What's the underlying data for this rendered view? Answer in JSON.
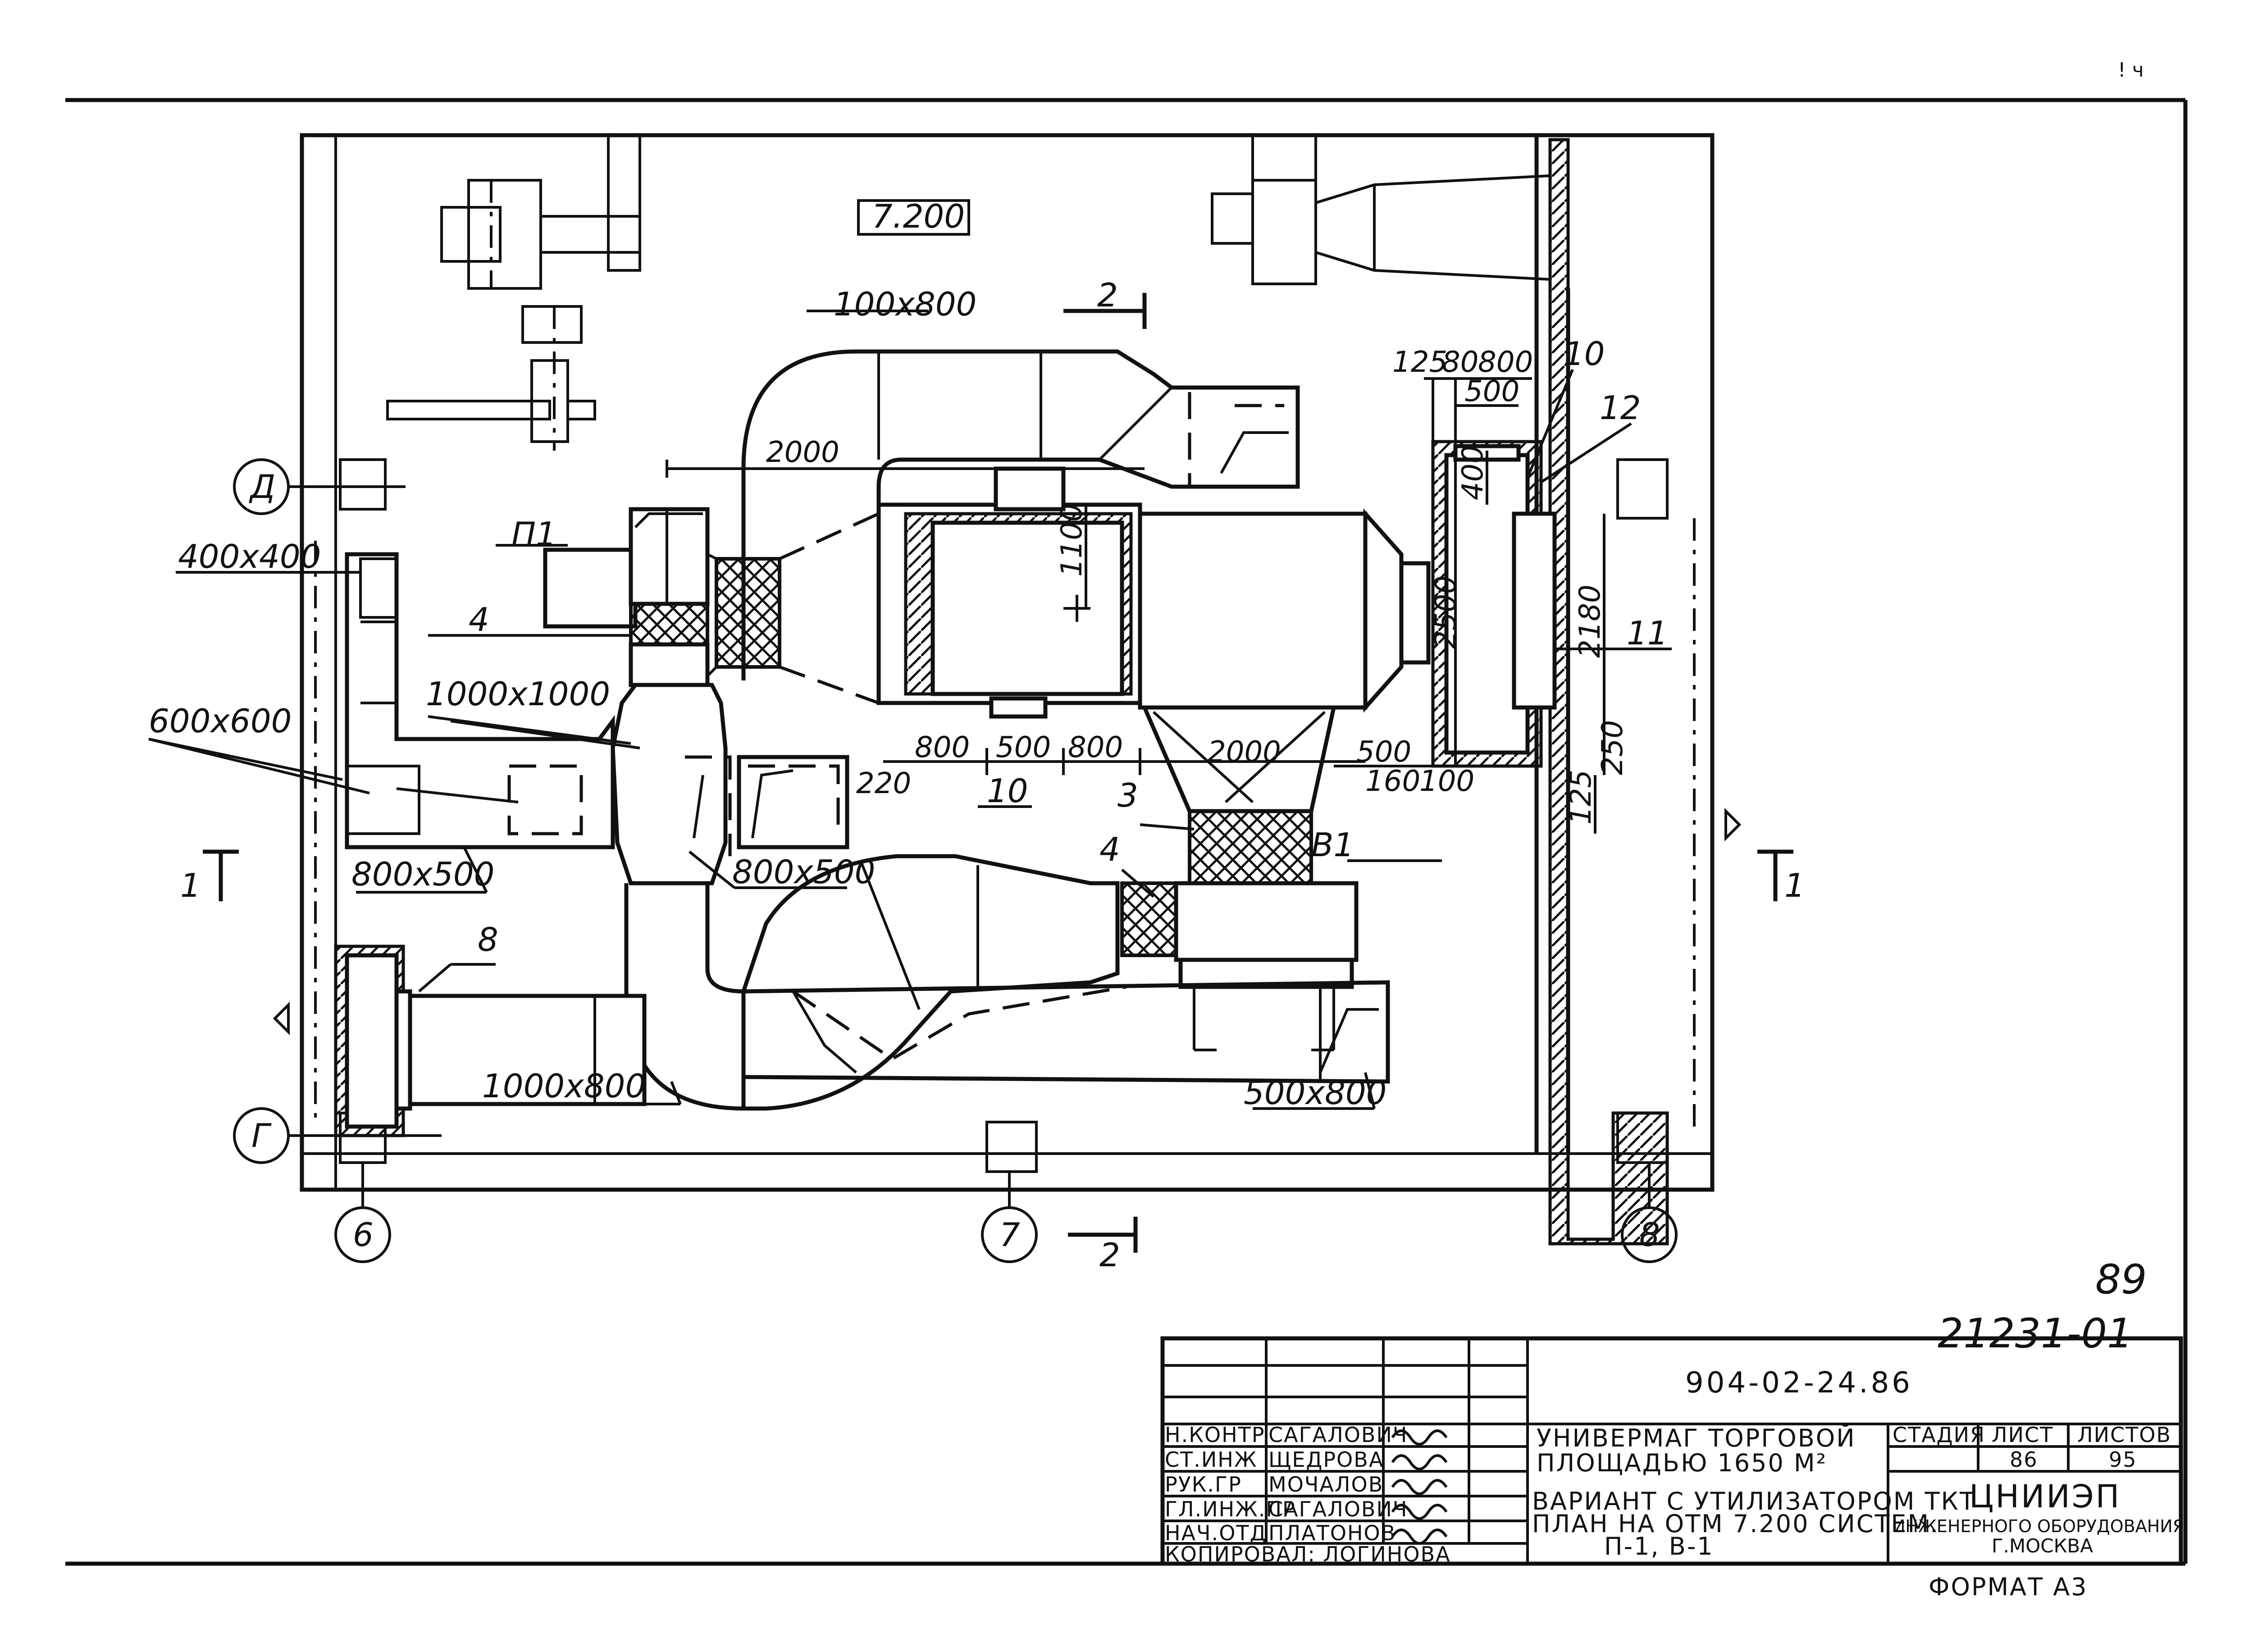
{
  "drawing": {
    "level_tag": "7.200",
    "duct_sizes": {
      "d100x800": "100x800",
      "d400x400": "400x400",
      "d1000x1000": "1000x1000",
      "d600x600": "600x600",
      "d800x500_left": "800x500",
      "d800x500_mid": "800x500",
      "d1000x800": "1000x800",
      "d500x800": "500x800"
    },
    "dimensions": {
      "d2000_top": "2000",
      "d1100": "1100",
      "d800a": "800",
      "d500a": "500",
      "d800b": "800",
      "d2000_mid": "2000",
      "d500b": "500",
      "d220": "220",
      "d160": "160",
      "d100": "100",
      "d125": "125",
      "d80": "80",
      "d800c": "800",
      "d500c": "500",
      "d400": "400",
      "d2500": "2500",
      "d2180": "2180",
      "d250": "250",
      "d125b": "125"
    },
    "position_marks": {
      "p1": "П1",
      "v1": "В1",
      "m2": "2",
      "m3": "3",
      "m4a": "4",
      "m4b": "4",
      "m8": "8",
      "m10a": "10",
      "m10b": "10",
      "m11": "11",
      "m12": "12"
    },
    "axes": {
      "d": "Д",
      "g": "Г",
      "six": "6",
      "seven": "7",
      "eight": "8"
    },
    "sections": {
      "s1_left": "1",
      "s1_right": "1",
      "s2_top": "2",
      "s2_bottom": "2"
    },
    "sheet_number": "89",
    "project_code": "21231-01",
    "corner_mark": "! ч"
  },
  "title_block": {
    "doc_code": "904-02-24.86",
    "roles": [
      "Н.КОНТР",
      "СТ.ИНЖ",
      "РУК.ГР",
      "ГЛ.ИНЖ.ПР",
      "НАЧ.ОТД"
    ],
    "names": [
      "САГАЛОВИЧ",
      "ЩЕДРОВА",
      "МОЧАЛОВ",
      "САГАЛОВИЧ",
      "ПЛАТОНОВ"
    ],
    "copied_by": "КОПИРОВАЛ: ЛОГИНОВА",
    "object_line1": "УНИВЕРМАГ ТОРГОВОЙ",
    "object_line2": "ПЛОЩАДЬЮ 1650 М²",
    "title_line1": "ВАРИАНТ С УТИЛИЗАТОРОМ ТКТ",
    "title_line2": "ПЛАН НА ОТМ 7.200 СИСТЕМ.",
    "title_line3": "П-1, В-1",
    "stage_header": "СТАДИЯ",
    "sheet_header": "ЛИСТ",
    "sheets_header": "ЛИСТОВ",
    "sheet_value": "86",
    "sheets_value": "95",
    "org_line1": "ЦНИИЭП",
    "org_line2": "ИНЖЕНЕРНОГО ОБОРУДОВАНИЯ",
    "org_line3": "Г.МОСКВА",
    "format": "ФОРМАТ А3"
  }
}
